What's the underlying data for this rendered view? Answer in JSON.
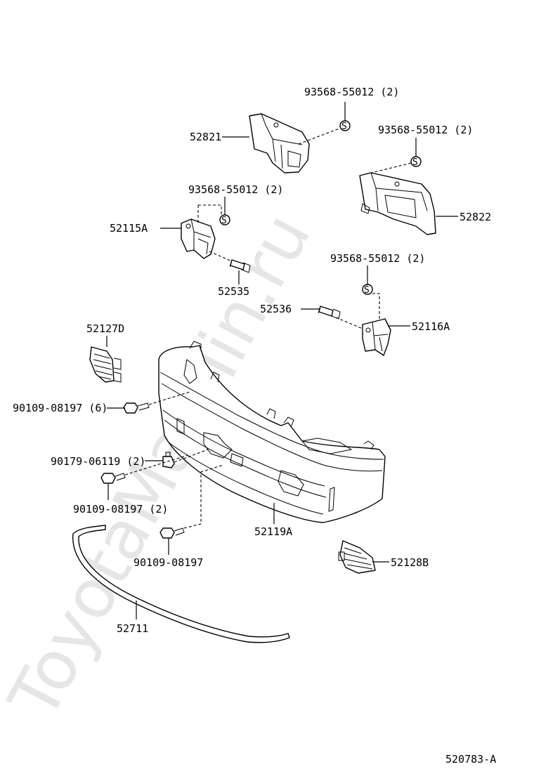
{
  "watermark": "ToyotaMarMin.ru",
  "diagram_code": "520783-A",
  "callouts": {
    "p52821": "52821",
    "p52822": "52822",
    "p52115A": "52115A",
    "p52116A": "52116A",
    "p52535": "52535",
    "p52536": "52536",
    "p52127D": "52127D",
    "p52128B": "52128B",
    "p52119A": "52119A",
    "p52711": "52711",
    "clip_a": "93568-55012 (2)",
    "clip_b": "93568-55012 (2)",
    "clip_c": "93568-55012 (2)",
    "clip_d": "93568-55012 (2)",
    "bolt_6": "90109-08197 (6)",
    "clip_nut": "90179-06119 (2)",
    "bolt_2": "90109-08197 (2)",
    "bolt_1": "90109-08197"
  },
  "symbols": {
    "clip_marker": "S"
  }
}
